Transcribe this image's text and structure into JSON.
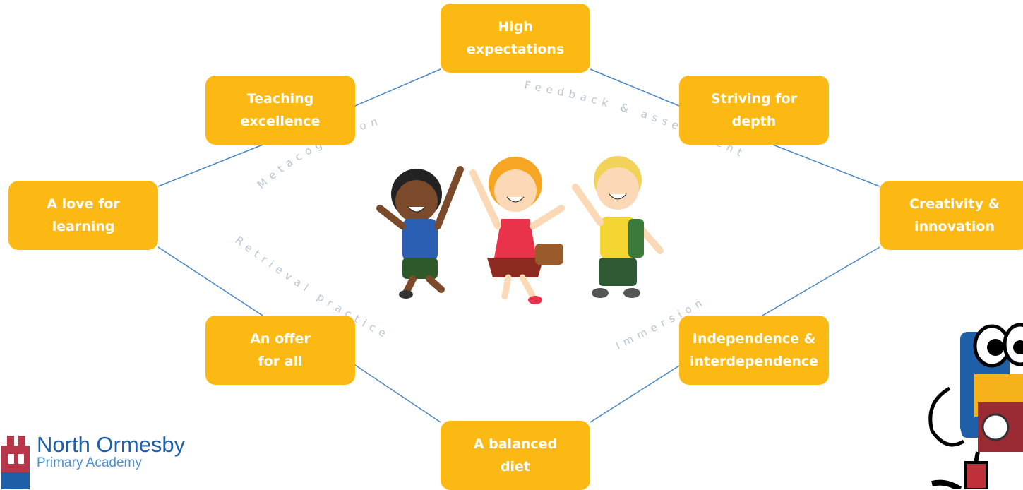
{
  "diagram": {
    "nodes": [
      {
        "id": "high",
        "label": "High\nexpectations"
      },
      {
        "id": "teach",
        "label": "Teaching\nexcellence"
      },
      {
        "id": "striving",
        "label": "Striving for\ndepth"
      },
      {
        "id": "love",
        "label": "A love for\nlearning"
      },
      {
        "id": "creativity",
        "label": "Creativity &\ninnovation"
      },
      {
        "id": "offer",
        "label": "An offer\nfor all"
      },
      {
        "id": "indep",
        "label": "Independence &\ninterdependence"
      },
      {
        "id": "balanced",
        "label": "A balanced\ndiet"
      }
    ],
    "edges": [
      [
        "high",
        "teach"
      ],
      [
        "high",
        "striving"
      ],
      [
        "teach",
        "love"
      ],
      [
        "striving",
        "creativity"
      ],
      [
        "love",
        "offer"
      ],
      [
        "creativity",
        "indep"
      ],
      [
        "offer",
        "balanced"
      ],
      [
        "indep",
        "balanced"
      ]
    ],
    "curved_labels": {
      "metacognition": "Metacognition",
      "feedback": "Feedback & assessment",
      "retrieval": "Retrieval practice",
      "immersion": "Immersion"
    },
    "colors": {
      "node": "#FDB913",
      "line": "#4a86c5",
      "curved": "#b7c4d2"
    }
  },
  "logo": {
    "name": "North Ormesby",
    "subtitle": "Primary Academy"
  }
}
